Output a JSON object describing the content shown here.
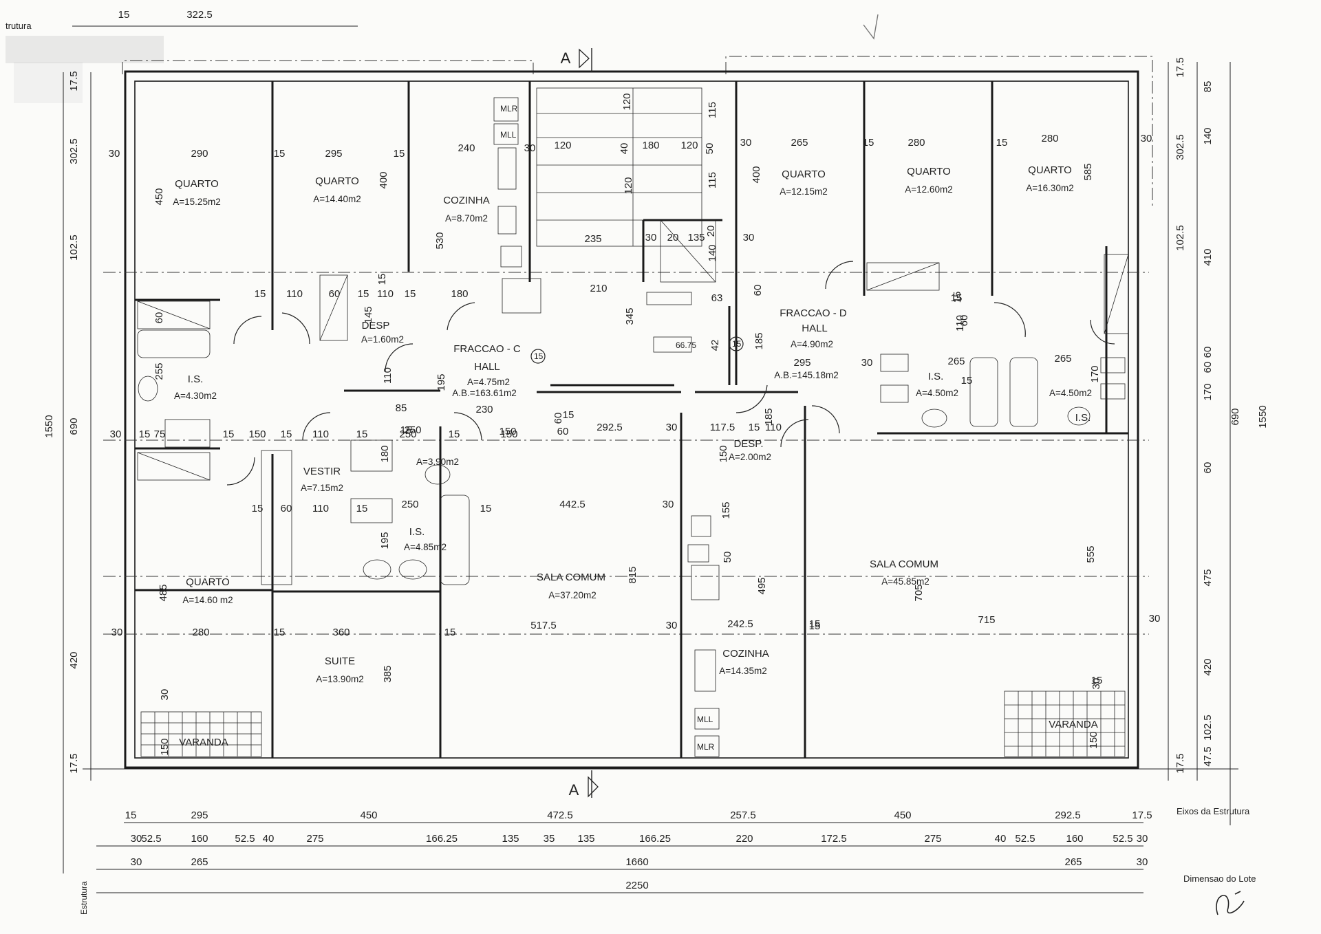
{
  "corner_label": "trutura",
  "section_marker": "A",
  "top_partial_dims": [
    "15",
    "322.5"
  ],
  "rooms": {
    "quarto_1": {
      "name": "QUARTO",
      "area": "A=15.25m2"
    },
    "quarto_2": {
      "name": "QUARTO",
      "area": "A=14.40m2"
    },
    "cozinha_c": {
      "name": "COZINHA",
      "area": "A=8.70m2"
    },
    "quarto_3": {
      "name": "QUARTO",
      "area": "A=12.15m2"
    },
    "quarto_4": {
      "name": "QUARTO",
      "area": "A=12.60m2"
    },
    "quarto_5": {
      "name": "QUARTO",
      "area": "A=16.30m2"
    },
    "desp_c": {
      "name": "DESP",
      "area": "A=1.60m2"
    },
    "hall_c": {
      "title": "FRACCAO - C",
      "name": "HALL",
      "area": "A=4.75m2",
      "ab": "A.B.=163.61m2"
    },
    "hall_d": {
      "title": "FRACCAO - D",
      "name": "HALL",
      "area": "A=4.90m2",
      "ab": "A.B.=145.18m2"
    },
    "is_c1": {
      "name": "I.S.",
      "area": "A=4.30m2"
    },
    "is_c2": {
      "area": "A=3.90m2"
    },
    "is_c3": {
      "name": "I.S.",
      "area": "A=4.85m2"
    },
    "is_d1": {
      "name": "I.S.",
      "area": "A=4.50m2"
    },
    "is_d2": {
      "name": "I.S.",
      "area": "A=4.50m2"
    },
    "vestir": {
      "name": "VESTIR",
      "area": "A=7.15m2"
    },
    "desp_d": {
      "name": "DESP.",
      "area": "A=2.00m2"
    },
    "quarto_6": {
      "name": "QUARTO",
      "area": "A=14.60 m2"
    },
    "suite": {
      "name": "SUITE",
      "area": "A=13.90m2"
    },
    "sala_c": {
      "name": "SALA COMUM",
      "area": "A=37.20m2"
    },
    "sala_d": {
      "name": "SALA COMUM",
      "area": "A=45.85m2"
    },
    "cozinha_d": {
      "name": "COZINHA",
      "area": "A=14.35m2"
    },
    "varanda_1": {
      "name": "VARANDA"
    },
    "varanda_2": {
      "name": "VARANDA"
    }
  },
  "fixtures": {
    "mlr": "MLR",
    "mll": "MLL",
    "lift_value": "66.75",
    "circle_15": "15"
  },
  "room_dims": [
    "30",
    "290",
    "15",
    "295",
    "15",
    "240",
    "30",
    "120",
    "40",
    "180",
    "120",
    "50",
    "30",
    "265",
    "15",
    "280",
    "15",
    "280",
    "30",
    "450",
    "400",
    "530",
    "400",
    "585",
    "120",
    "115",
    "120",
    "115",
    "20",
    "235",
    "30",
    "20",
    "135",
    "140",
    "30",
    "15",
    "110",
    "60",
    "15",
    "110",
    "15",
    "145",
    "15",
    "180",
    "210",
    "345",
    "63",
    "42",
    "185",
    "60",
    "15",
    "60",
    "15",
    "110",
    "60",
    "255",
    "110",
    "195",
    "230",
    "85",
    "15",
    "250",
    "180",
    "60",
    "15",
    "150",
    "60",
    "295",
    "30",
    "265",
    "15",
    "265",
    "170",
    "60",
    "30",
    "15",
    "75",
    "15",
    "150",
    "15",
    "110",
    "15",
    "250",
    "15",
    "150",
    "292.5",
    "30",
    "117.5",
    "15",
    "110",
    "150",
    "185",
    "15",
    "60",
    "110",
    "15",
    "250",
    "15",
    "442.5",
    "30",
    "155",
    "50",
    "195",
    "815",
    "495",
    "705",
    "555",
    "485",
    "30",
    "280",
    "15",
    "360",
    "15",
    "517.5",
    "30",
    "242.5",
    "15",
    "715",
    "30",
    "385",
    "15",
    "15",
    "30",
    "30",
    "150",
    "150"
  ],
  "left_dims": [
    "17.5",
    "302.5",
    "102.5",
    "690",
    "1550",
    "420",
    "17.5"
  ],
  "right_dims": [
    "17.5",
    "85",
    "302.5",
    "140",
    "102.5",
    "410",
    "60",
    "170",
    "690",
    "1550",
    "60",
    "475",
    "420",
    "102.5",
    "47.5",
    "17.5"
  ],
  "bottom_rows": [
    [
      "15",
      "295",
      "450",
      "472.5",
      "257.5",
      "450",
      "292.5",
      "17.5"
    ],
    [
      "30",
      "52.5",
      "160",
      "52.5",
      "40",
      "275",
      "166.25",
      "135",
      "35",
      "135",
      "166.25",
      "220",
      "172.5",
      "275",
      "40",
      "52.5",
      "160",
      "52.5",
      "30"
    ],
    [
      "30",
      "265",
      "1660",
      "265",
      "30"
    ],
    [
      "2250"
    ]
  ],
  "labels": {
    "eixos": "Eixos da Estrutura",
    "lote": "Dimensao do Lote",
    "estrutura_side": "Estrutura"
  }
}
